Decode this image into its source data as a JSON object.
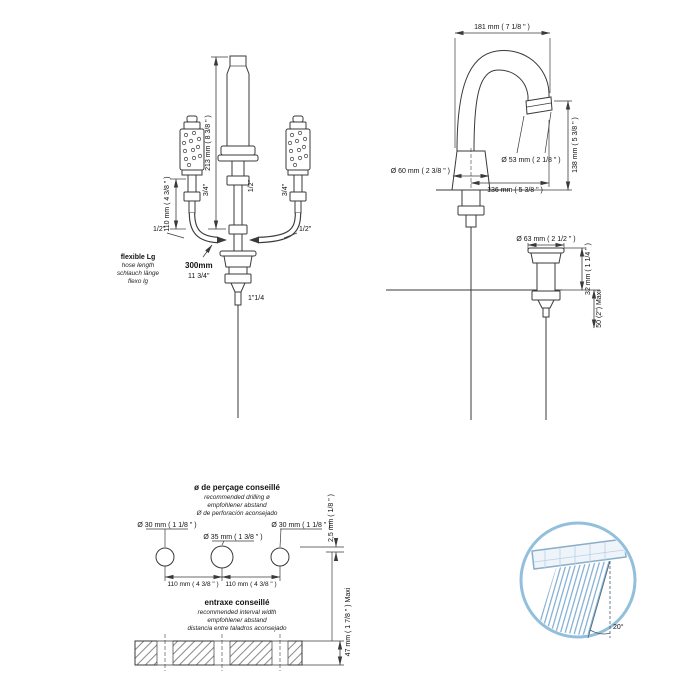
{
  "front_view": {
    "dim_total_height": "213 mm ( 8 3/8 \" )",
    "dim_handle_height": "110 mm ( 4 3/8 \" )",
    "thread_handle_left": "3/4\"",
    "thread_handle_right": "3/4\"",
    "thread_spout": "1/2\"",
    "thread_hose_left": "1/2\"",
    "thread_hose_right": "1/2\"",
    "drain_thread": "1\"1/4",
    "flexible": {
      "title": "flexible Lg",
      "en": "hose length",
      "de": "schlauch länge",
      "es": "flexo lg",
      "value_mm": "300mm",
      "value_in": "11 3/4\""
    }
  },
  "side_view": {
    "dim_reach": "181 mm ( 7 1/8 \" )",
    "dim_height": "138 mm ( 5 3/8 \" )",
    "dim_aerator_dia": "Ø 53 mm ( 2 1/8 \" )",
    "dim_base_dia": "Ø 60 mm ( 2 3/8 \" )",
    "dim_projection": "136 mm ( 5 3/8 \" )",
    "dim_drain_dia": "Ø 63 mm ( 2 1/2 \" )",
    "dim_drain_height": "32 mm ( 1 1/4 \" )",
    "dim_deck_max": "50 (2\") Maxi"
  },
  "drilling_template": {
    "header_fr": "ø de perçage conseillé",
    "header_en": "recommended drilling ø",
    "header_de": "empfohlener abstand",
    "header_es": "Ø de perforación aconsejado",
    "hole_left": "Ø 30 mm ( 1 1/8 \" )",
    "hole_center": "Ø 35 mm ( 1 3/8 \" )",
    "hole_right": "Ø 30 mm ( 1 1/8 \" )",
    "spacing_left": "110 mm ( 4 3/8 \" )",
    "spacing_right": "110 mm ( 4 3/8 \" )",
    "dim_offset": "2,5 mm ( 1/8 \" )",
    "dim_thickness_max": "47 mm ( 1 7/8 \" ) Maxi",
    "footer_fr": "entraxe conseillé",
    "footer_en": "recommended interval width",
    "footer_de": "empfohlener abstand",
    "footer_es": "distancia entre taladros aconsejado"
  },
  "spray_detail": {
    "angle": "20°"
  },
  "colors": {
    "line": "#3a3a3a",
    "detail_blue": "#92bfdc",
    "spray_blue": "#6fa3cc"
  }
}
